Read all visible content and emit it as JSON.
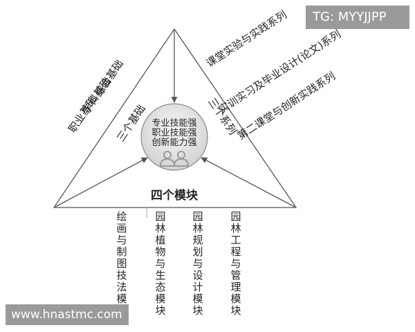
{
  "left_side": {
    "title": "三个基础",
    "items": [
      "综合基础",
      "学科基础",
      "职业基础"
    ]
  },
  "right_side": {
    "title": "三个系列",
    "items": [
      "课堂实验与实践系列",
      "实训实习及毕业设计(论文)系列",
      "第二课堂与创新实践系列"
    ]
  },
  "center": {
    "lines": [
      "专业技能强",
      "职业技能强",
      "创新能力强"
    ],
    "icon": "two-people-icon"
  },
  "bottom": {
    "title": "四个模块",
    "items": [
      "绘画与制图技法模块",
      "园林植物与生态模块",
      "园林规划与设计模块",
      "园林工程与管理模块"
    ]
  },
  "watermarks": {
    "top_right": "TG: MYYJJPP",
    "bottom_left": "www.hnastmc.com"
  },
  "colors": {
    "line": "#555555",
    "circle_fill": "#e6e6e6",
    "watermark_bg": "#9a9a9a"
  }
}
